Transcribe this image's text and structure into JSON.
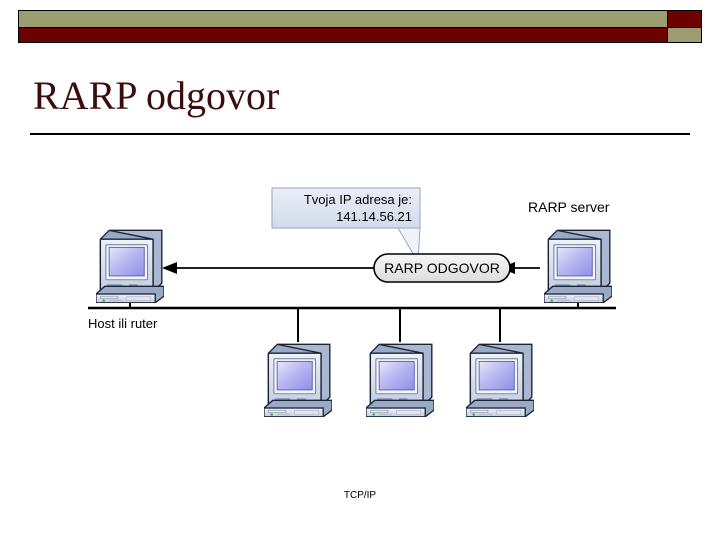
{
  "header": {
    "band_top_color": "#9d9d72",
    "band_bottom_color": "#6d0000"
  },
  "title": {
    "text": "RARP odgovor",
    "color": "#3d0d0d"
  },
  "diagram": {
    "callout": {
      "line1": "Tvoja IP adresa je:",
      "line2": "141.14.56.21",
      "fill": "#dde4f0"
    },
    "message_box": {
      "label": "RARP ODGOVOR",
      "fill": "#e8e8e8"
    },
    "labels": {
      "server": "RARP server",
      "host": "Host ili ruter"
    },
    "screen_color": "#a9a9f0",
    "case_color": "#c3cde3"
  },
  "footer": {
    "text": "TCP/IP"
  }
}
